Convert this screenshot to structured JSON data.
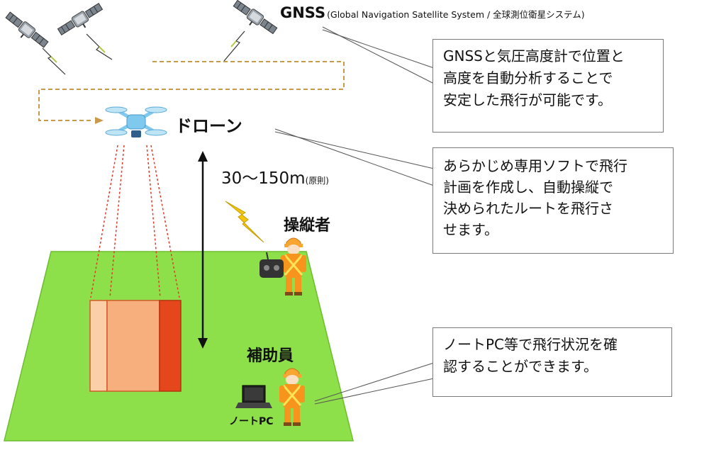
{
  "gnss": {
    "title": "GNSS",
    "subtitle": "(Global Navigation Satellite System / 全球測位衛星システム)"
  },
  "labels": {
    "drone": "ドローン",
    "altitude": "30～150m",
    "altitude_note": "(原則)",
    "operator": "操縦者",
    "assistant": "補助員",
    "laptop": "ノートPC"
  },
  "callouts": {
    "gnss_lines": [
      "GNSSと気圧高度計で位置と",
      "高度を自動分析することで",
      "安定した飛行が可能です。"
    ],
    "route_lines": [
      "あらかじめ専用ソフトで飛行",
      "計画を作成し、自動操縦で",
      "決められたルートを飛行さ",
      "せます。"
    ],
    "pc_lines": [
      "ノートPC等で飛行状況を確",
      "認することができます。"
    ]
  },
  "colors": {
    "ground": "#8ee04a",
    "ground_border": "#6cbd2e",
    "building_light": "#fbcfa8",
    "building_mid": "#f7b07d",
    "building_dark": "#e4471c",
    "drone_blue": "#7fc8ee",
    "flight_path": "#c89a4a",
    "lightning": "#f3c40c",
    "worker_orange": "#f7941d",
    "helmet": "#f8a532"
  },
  "icons": [
    "satellite-icon",
    "drone-icon",
    "lightning-icon",
    "controller-icon",
    "laptop-icon",
    "worker-icon"
  ]
}
